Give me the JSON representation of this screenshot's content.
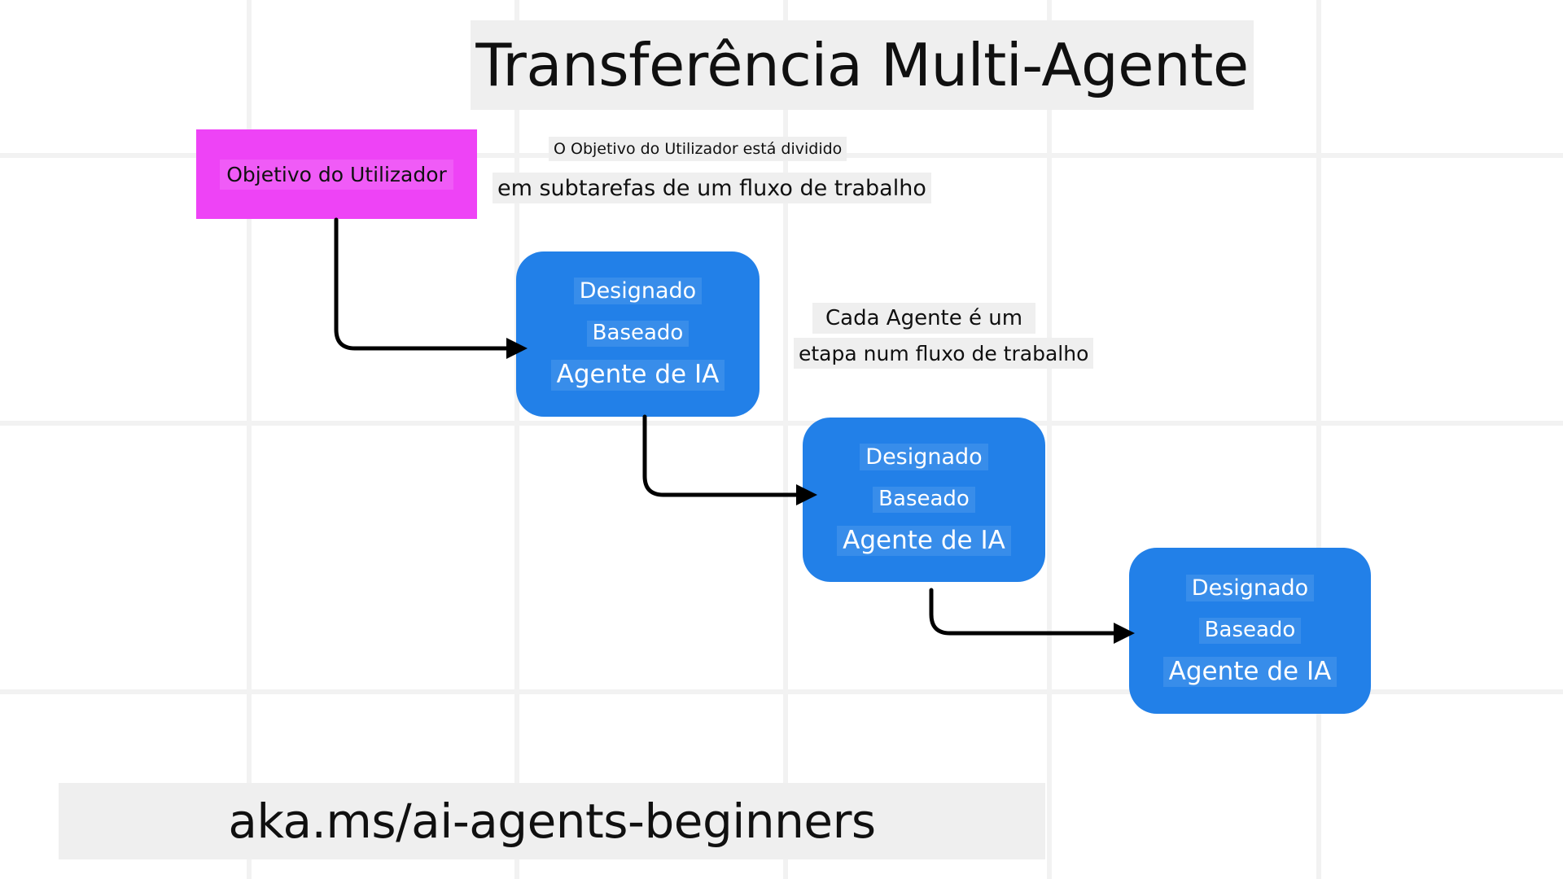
{
  "title": "Transferência Multi-Agente",
  "subtitle": {
    "line1": "O Objetivo do Utilizador está dividido",
    "line2": "em subtarefas de um fluxo de trabalho"
  },
  "user_goal": {
    "label": "Objetivo do Utilizador",
    "color": "#ee43f6"
  },
  "note": {
    "line1": "Cada Agente é um",
    "line2": "etapa num fluxo de trabalho"
  },
  "agents": [
    {
      "line1": "Designado",
      "line2": "Baseado",
      "line3": "Agente de IA",
      "color": "#2280e8"
    },
    {
      "line1": "Designado",
      "line2": "Baseado",
      "line3": "Agente de IA",
      "color": "#2280e8"
    },
    {
      "line1": "Designado",
      "line2": "Baseado",
      "line3": "Agente de IA",
      "color": "#2280e8"
    }
  ],
  "footer": {
    "url": "aka.ms/ai-agents-beginners"
  },
  "theme": {
    "background": "#ffffff",
    "gridline": "#f2f2f2",
    "text_band": "#efefef",
    "arrow": "#000000"
  }
}
